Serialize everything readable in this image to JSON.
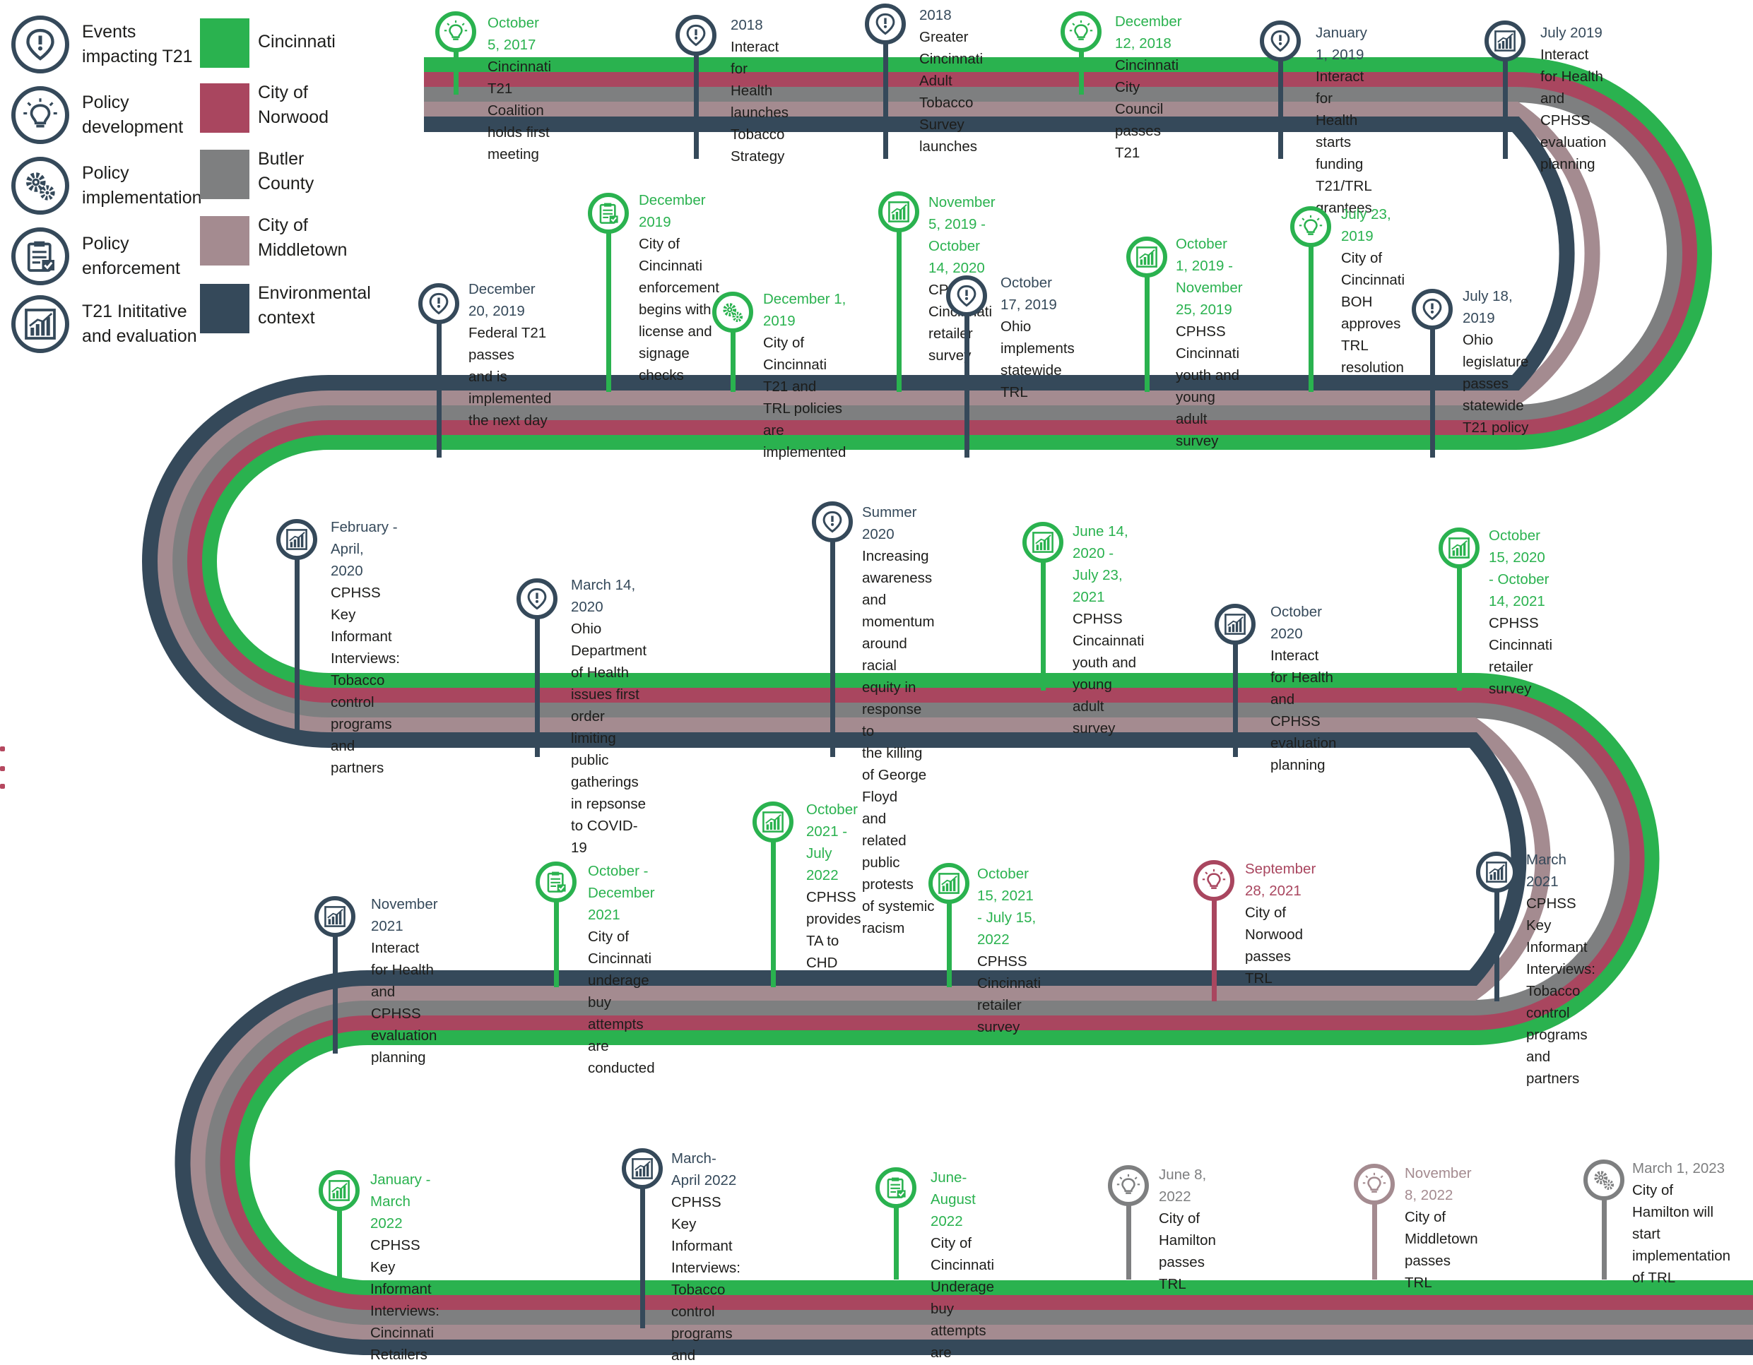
{
  "colors": {
    "cincinnati": "#2ab24f",
    "norwood": "#a9465f",
    "butler": "#7e7f80",
    "middletown": "#a48b90",
    "environmental": "#35495a"
  },
  "legend_icons": [
    {
      "icon": "alert-pin-icon",
      "label": "Events\nimpacting T21"
    },
    {
      "icon": "lightbulb-icon",
      "label": "Policy\ndevelopment"
    },
    {
      "icon": "gears-icon",
      "label": "Policy\nimplementation"
    },
    {
      "icon": "clipboard-check-icon",
      "label": "Policy\nenforcement"
    },
    {
      "icon": "bar-chart-icon",
      "label": "T21 Inititative\nand evaluation"
    }
  ],
  "legend_colors": [
    {
      "key": "cincinnati",
      "label": "Cincinnati"
    },
    {
      "key": "norwood",
      "label": "City of\nNorwood"
    },
    {
      "key": "butler",
      "label": "Butler\nCounty"
    },
    {
      "key": "middletown",
      "label": "City of\nMiddletown"
    },
    {
      "key": "environmental",
      "label": "Environmental\ncontext"
    }
  ],
  "events": [
    {
      "date": "October 5, 2017",
      "text": "Cincinnati T21 Coalition\nholds first meeting",
      "color": "cincinnati",
      "icon": "lightbulb-icon"
    },
    {
      "date": "2018",
      "text": "Interact for Health\nlaunches Tobacco Strategy",
      "color": "environmental",
      "icon": "alert-pin-icon"
    },
    {
      "date": "2018",
      "text": "Greater Cincinnati Adult\nTobacco Survey launches",
      "color": "environmental",
      "icon": "alert-pin-icon"
    },
    {
      "date": "December 12, 2018",
      "text": "Cincinnati\nCity Council passes T21",
      "color": "cincinnati",
      "icon": "lightbulb-icon"
    },
    {
      "date": "January 1, 2019",
      "text": "Interact for Health\nstarts funding T21/TRL grantees",
      "color": "environmental",
      "icon": "alert-pin-icon"
    },
    {
      "date": "July 2019",
      "text": "Interact for Health and\nCPHSS evaluation planning",
      "color": "environmental",
      "icon": "bar-chart-icon"
    },
    {
      "date": "December 20, 2019",
      "text": "Federal T21 passes\nand is implemented\nthe next day",
      "color": "environmental",
      "icon": "alert-pin-icon"
    },
    {
      "date": "December 2019",
      "text": "City of Cincinnati\nenforcement begins with\nlicense and signage checks",
      "color": "cincinnati",
      "icon": "clipboard-check-icon"
    },
    {
      "date": "December 1, 2019",
      "text": "City of Cincinnati\nT21 and TRL policies\nare implemented",
      "color": "cincinnati",
      "icon": "gears-icon"
    },
    {
      "date": "November 5, 2019 - October 14, 2020",
      "text": "CPHSS Cincinnati retailer survey",
      "color": "cincinnati",
      "icon": "bar-chart-icon"
    },
    {
      "date": "October 17, 2019",
      "text": "Ohio implements\nstatewide TRL",
      "color": "environmental",
      "icon": "alert-pin-icon"
    },
    {
      "date": "October 1, 2019 -\nNovember 25, 2019",
      "text": "CPHSS Cincinnati\nyouth and young\nadult survey",
      "color": "cincinnati",
      "icon": "bar-chart-icon"
    },
    {
      "date": "July 23, 2019",
      "text": "City of Cincinnati\nBOH approves TRL\nresolution",
      "color": "cincinnati",
      "icon": "lightbulb-icon"
    },
    {
      "date": "July 18, 2019",
      "text": "Ohio legislature\npasses statewide\nT21 policy",
      "color": "environmental",
      "icon": "alert-pin-icon"
    },
    {
      "date": "February - April,  2020",
      "text": "CPHSS Key Informant Interviews:\nTobacco control programs\nand partners",
      "color": "environmental",
      "icon": "bar-chart-icon"
    },
    {
      "date": "March 14, 2020",
      "text": "Ohio Department of Health\nissues first order limiting\npublic gatherings in repsonse to COVID-19",
      "color": "environmental",
      "icon": "alert-pin-icon"
    },
    {
      "date": "Summer 2020",
      "text": "Increasing awareness and\nmomentum around\nracial equity in response to\nthe killing of George Floyd\nand related public protests\nof systemic racism",
      "color": "environmental",
      "icon": "alert-pin-icon"
    },
    {
      "date": "June 14, 2020 -\nJuly 23, 2021",
      "text": "CPHSS Cincainnati\nyouth and young\nadult survey",
      "color": "cincinnati",
      "icon": "bar-chart-icon"
    },
    {
      "date": "October 2020",
      "text": "Interact for Health and\nCPHSS evaluation planning",
      "color": "environmental",
      "icon": "bar-chart-icon"
    },
    {
      "date": "October 15, 2020 - October 14, 2021",
      "text": "CPHSS Cincinnati retailer survey",
      "color": "cincinnati",
      "icon": "bar-chart-icon"
    },
    {
      "date": "November 2021",
      "text": "Interact for Health and\nCPHSS evaluation planning",
      "color": "environmental",
      "icon": "bar-chart-icon"
    },
    {
      "date": "October - December 2021",
      "text": "City of Cincinnati\nunderage buy attempts\nare conducted",
      "color": "cincinnati",
      "icon": "clipboard-check-icon"
    },
    {
      "date": "October 2021 - July 2022",
      "text": "CPHSS provides TA to CHD",
      "color": "cincinnati",
      "icon": "bar-chart-icon"
    },
    {
      "date": "October 15, 2021 - July 15, 2022",
      "text": "CPHSS Cincinnati retailer survey",
      "color": "cincinnati",
      "icon": "bar-chart-icon"
    },
    {
      "date": "September 28, 2021",
      "text": "City of Norwood passes TRL",
      "color": "norwood",
      "icon": "lightbulb-icon"
    },
    {
      "date": "March  2021",
      "text": "CPHSS Key Informant Interviews:\nTobacco control programs\nand partners",
      "color": "environmental",
      "icon": "bar-chart-icon"
    },
    {
      "date": "January - March  2022",
      "text": "CPHSS Key Informant Interviews:\nCincinnati Retailers",
      "color": "cincinnati",
      "icon": "bar-chart-icon"
    },
    {
      "date": "March-April 2022",
      "text": "CPHSS Key Informant Interviews:\nTobacco control programs\nand partners",
      "color": "environmental",
      "icon": "bar-chart-icon"
    },
    {
      "date": "June-August 2022",
      "text": "City of Cincinnati\nUnderage buy attempts\nare conducted",
      "color": "cincinnati",
      "icon": "clipboard-check-icon"
    },
    {
      "date": "June 8, 2022",
      "text": "City of Hamilton\npasses TRL",
      "color": "butler",
      "icon": "lightbulb-icon"
    },
    {
      "date": "November 8, 2022",
      "text": "City of Middletown\npasses TRL",
      "color": "middletown",
      "icon": "lightbulb-icon"
    },
    {
      "date": "March 1, 2023",
      "text": "City of Hamilton will\nstart implementation\nof TRL",
      "color": "butler",
      "icon": "gears-icon"
    }
  ]
}
